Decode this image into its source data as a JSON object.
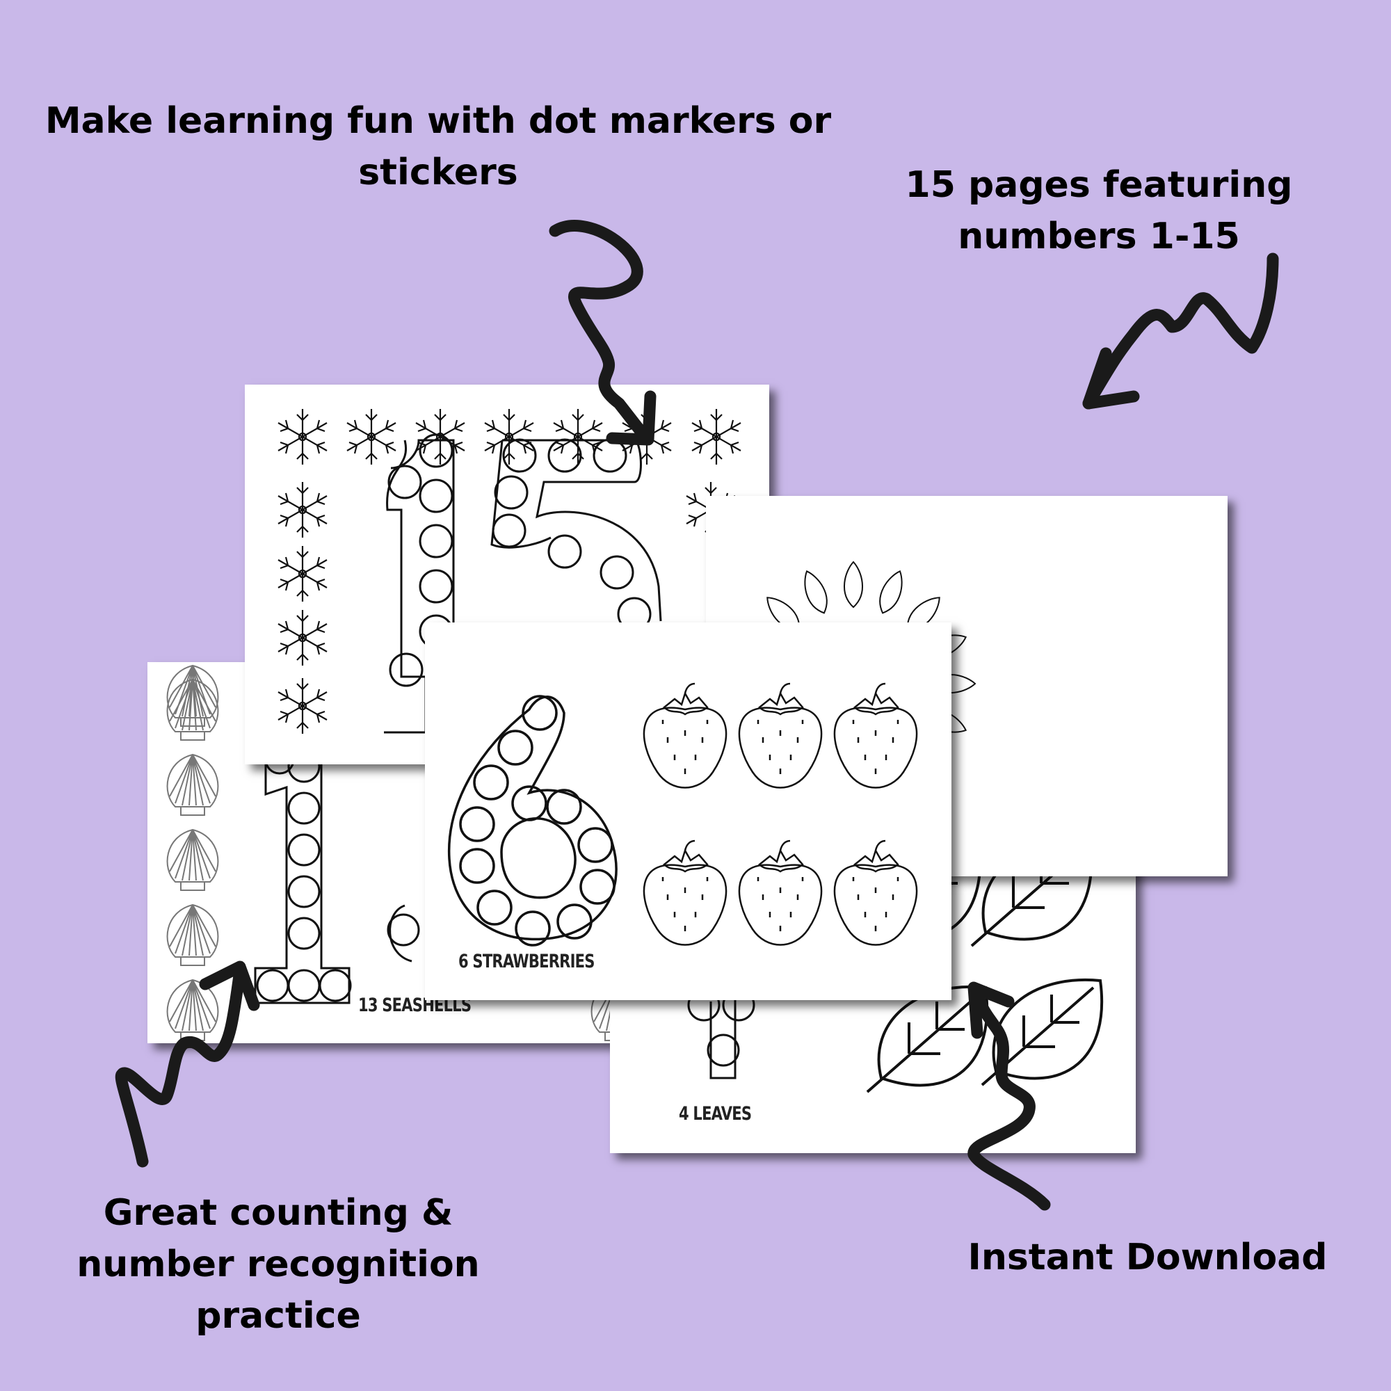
{
  "captions": {
    "top_left": "Make learning fun with dot markers or stickers",
    "top_right": "15 pages featuring numbers 1-15",
    "bottom_left": "Great counting & number recognition practice",
    "bottom_right": "Instant Download"
  },
  "sheets": {
    "seashells": {
      "label": "13 SEASHELLS",
      "number": "13",
      "icon": "seashell-icon"
    },
    "snowflakes": {
      "number": "15",
      "icon": "snowflake-icon"
    },
    "leaves": {
      "label": "4 LEAVES",
      "number": "4",
      "icon": "leaf-icon"
    },
    "sun": {
      "icon": "sun-icon"
    },
    "strawberries": {
      "label": "6 STRAWBERRIES",
      "number": "6",
      "icon": "strawberry-icon"
    }
  },
  "colors": {
    "background": "#c9b8e9",
    "sheet": "#ffffff",
    "ink": "#1a1a1a"
  }
}
